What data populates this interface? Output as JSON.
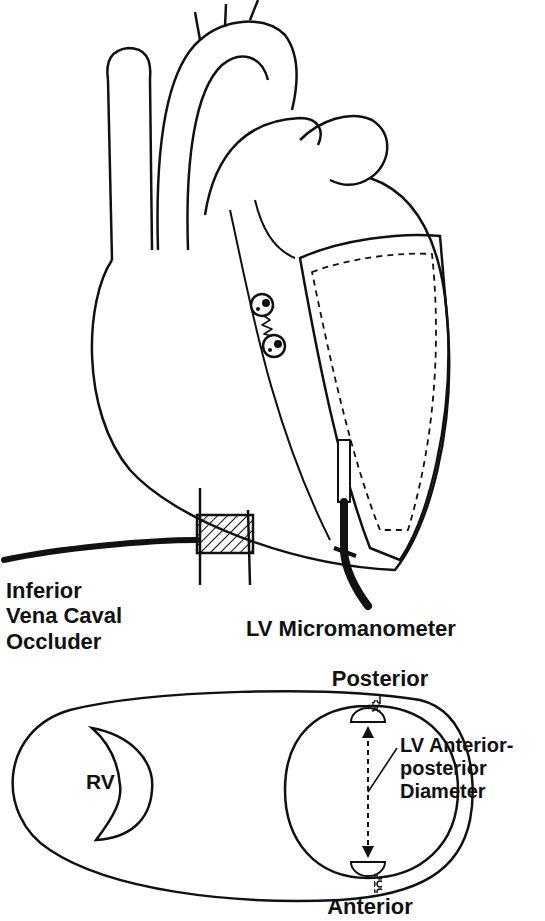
{
  "diagram": {
    "labels": [
      "Inferior Vena Caval Occluder",
      "LV Micromanometer",
      "Posterior",
      "RV",
      "LV Anterior-posterior Diameter",
      "Anterior"
    ]
  }
}
